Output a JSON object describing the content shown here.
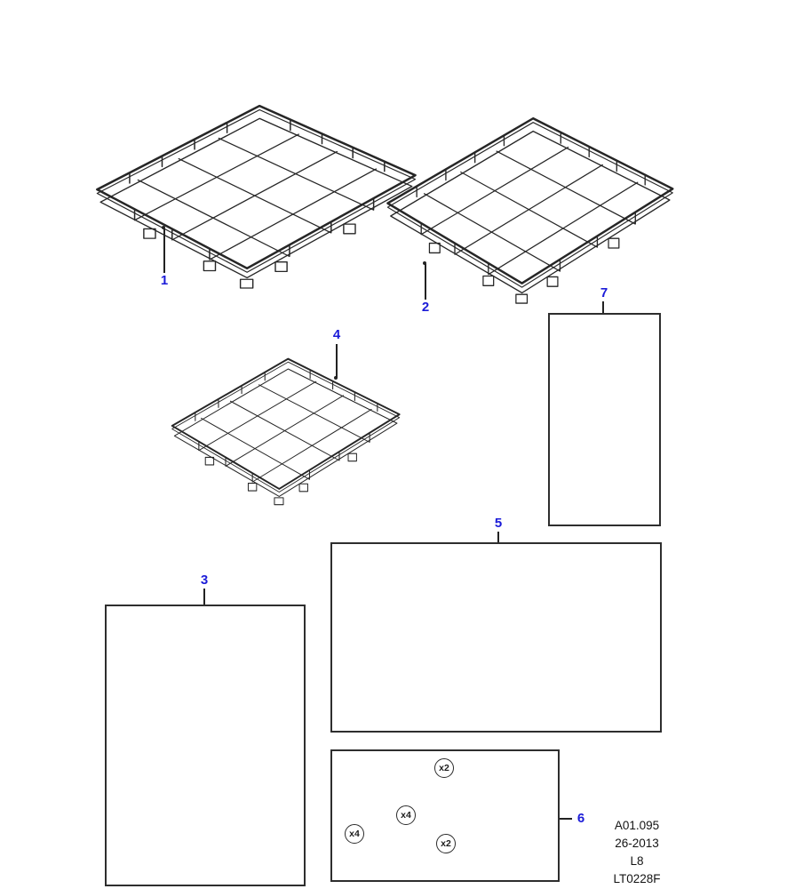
{
  "diagram": {
    "type": "exploded-parts-diagram",
    "callouts": {
      "c1": "1",
      "c2": "2",
      "c3": "3",
      "c4": "4",
      "c5": "5",
      "c6": "6",
      "c7": "7"
    },
    "badges": {
      "plate_qty": "x2",
      "washer_qty": "x4",
      "bolt_qty": "x4",
      "bracket_qty": "x2"
    },
    "footer": {
      "figure_ref": "A01.095",
      "issue_ref": "26-2013",
      "model_code": "L8",
      "drawing_code": "LT0228F"
    },
    "colors": {
      "callout_blue": "#1b1bd8",
      "line": "#262626",
      "background": "#ffffff"
    }
  }
}
